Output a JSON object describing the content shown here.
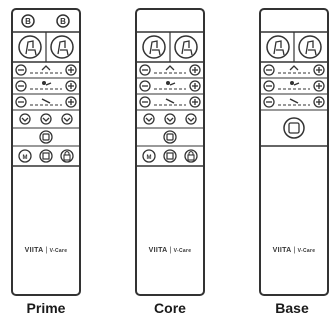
{
  "brand": {
    "name": "VIITA",
    "separator": "|",
    "sub": "V-Care"
  },
  "models": [
    {
      "caption": "Prime"
    },
    {
      "caption": "Core"
    },
    {
      "caption": "Base"
    }
  ],
  "icons": {
    "top_buttons": "b-icon",
    "preset_buttons": "recline-seat-icon",
    "adjust_rows": [
      "head-adjust-icon",
      "foot-adjust-icon",
      "lumbar-adjust-icon"
    ],
    "minus": "minus-icon",
    "plus": "plus-icon",
    "center": "square-stop-icon",
    "bottom_row": [
      "massage-icon",
      "light-icon",
      "lock-icon"
    ]
  }
}
